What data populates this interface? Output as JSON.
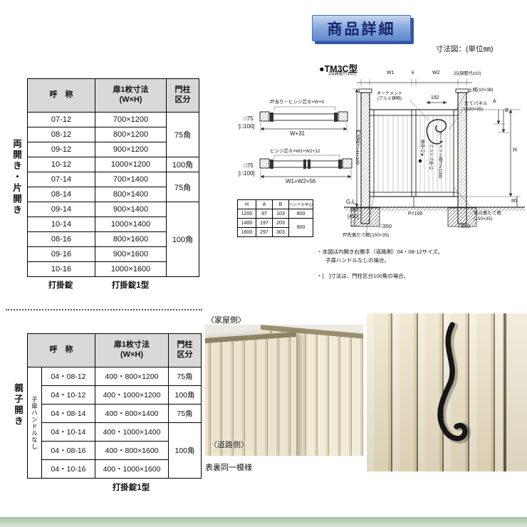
{
  "header": {
    "title": "商品詳細",
    "dim_note": "寸法図：(単位㎜)",
    "model": "●TM3C型"
  },
  "table1": {
    "side_label": "両開き・片開き",
    "headers": {
      "name": "呼　称",
      "size": "扉1枚寸法\n(W×H)",
      "post": "門柱\n区分"
    },
    "rows": [
      {
        "name": "07-12",
        "size": "700×1200"
      },
      {
        "name": "08-12",
        "size": "800×1200"
      },
      {
        "name": "09-12",
        "size": "900×1200"
      },
      {
        "name": "10-12",
        "size": "1000×1200"
      },
      {
        "name": "07-14",
        "size": "700×1400"
      },
      {
        "name": "08-14",
        "size": "800×1400"
      },
      {
        "name": "09-14",
        "size": "900×1400"
      },
      {
        "name": "10-14",
        "size": "1000×1400"
      },
      {
        "name": "08-16",
        "size": "800×1600"
      },
      {
        "name": "09-16",
        "size": "900×1600"
      },
      {
        "name": "10-16",
        "size": "1000×1600"
      }
    ],
    "post_groups": [
      {
        "label": "75角"
      },
      {
        "label": "100角"
      },
      {
        "label": "75角"
      },
      {
        "label": "100角"
      }
    ],
    "footer_left": "打掛錠",
    "footer_center": "打掛錠1型"
  },
  "table2": {
    "side_label": "親子開き",
    "sub_label": "子扉ハンドルなし",
    "headers": {
      "name": "呼　称",
      "size": "扉1枚寸法\n(W×H)",
      "post": "門柱\n区分"
    },
    "rows": [
      {
        "name": "04・08-12",
        "size": "400・800×1200"
      },
      {
        "name": "04・10-12",
        "size": "400・1000×1200"
      },
      {
        "name": "04・08-14",
        "size": "400・800×1400"
      },
      {
        "name": "04・10-14",
        "size": "400・1000×1400"
      },
      {
        "name": "04・08-16",
        "size": "400・800×1600"
      },
      {
        "name": "04・10-16",
        "size": "400・1000×1600"
      }
    ],
    "post_groups": [
      {
        "label": "75角"
      },
      {
        "label": "100角"
      },
      {
        "label": "75角"
      },
      {
        "label": "100角"
      }
    ],
    "footer_center": "打掛錠1型"
  },
  "diagram": {
    "plan1": {
      "label": "戸当り－ヒンジ芯々=W+9",
      "dim": "W+31",
      "post": "□75",
      "post_alt": "[□100]"
    },
    "plan2": {
      "label": "ヒンジ芯々=W1+W2+12",
      "dim": "W1+W2+56",
      "post": "□75",
      "post_alt": "[□100]"
    },
    "hab": {
      "headers": [
        "H",
        "A",
        "B",
        "ハンドル中心"
      ],
      "rows": [
        [
          "1200",
          "97",
          "103",
          "800"
        ],
        [
          "1400",
          "197",
          "203",
          "900"
        ],
        [
          "1600",
          "297",
          "303"
        ]
      ]
    },
    "elev": {
      "adj_left": "25(調整代±10)",
      "w1": "W1",
      "gap6": "6",
      "w2": "W2",
      "adj_right": "25(調整代±10)",
      "d192": "192",
      "ornament": "オーナメント\n(アルミ鋳物)",
      "top_rail": "上桟(10×38)",
      "panel": "たてパネル\n(100×35)",
      "post_height": "門柱高さ=H+100",
      "door_center": "扉中心★",
      "handle_center": "ハンドル中心",
      "ornament_height": "オーナメント高さ≒1000",
      "gl": "G.L.",
      "gl350": "350",
      "gl450": "[450]",
      "d80": "80",
      "p100": "P=100",
      "sq350l": "□350",
      "sq350r": "□350",
      "latch_stile": "戸先側たて框(150×35)",
      "hinge_stile": "吊元側たて框\n(150×35)",
      "dA": "A",
      "dB": "B",
      "dH": "H"
    },
    "notes": [
      "・本図は内開き右勝手（道路側）04・08-12サイズ。",
      "子扉ハンドルなしの場合。",
      "・[　]寸法は、門柱区分100角の場合。"
    ]
  },
  "photos": {
    "house_side": "〈家屋側〉",
    "road_side": "〈道路側〉",
    "caption": "表裏同一模様"
  }
}
